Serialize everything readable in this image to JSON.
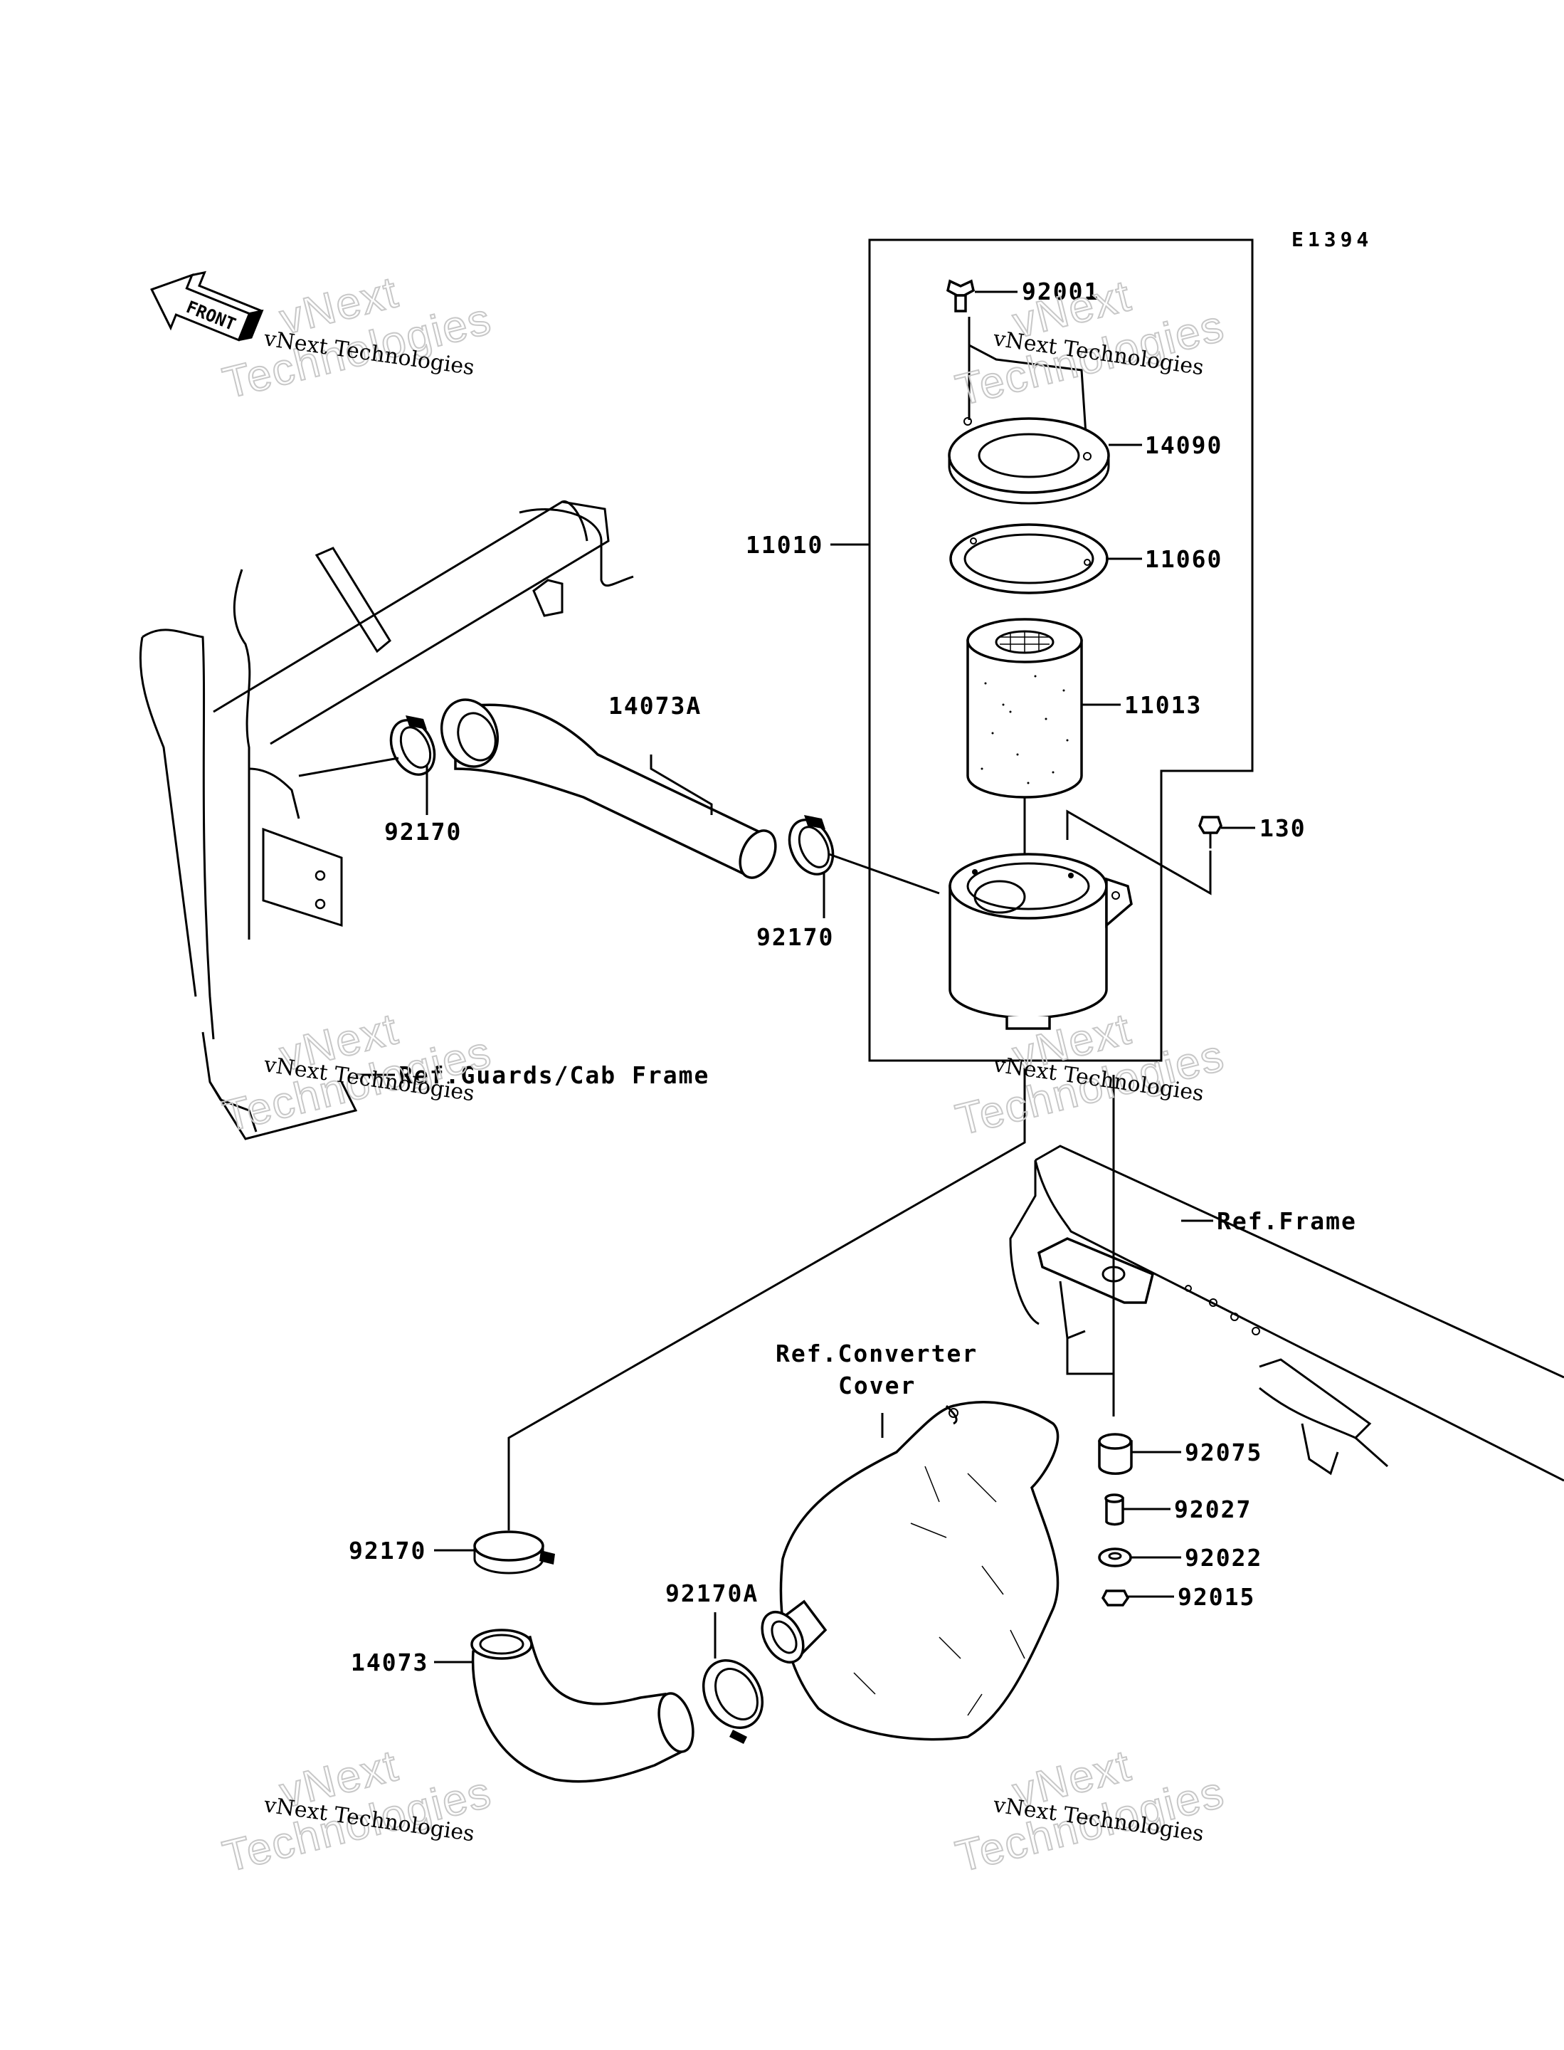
{
  "diagram": {
    "code": "E1394",
    "front_label": "FRONT",
    "watermark": {
      "line1": "vNext Technologies",
      "line2": "Technologies",
      "line3": "vNext"
    },
    "labels": {
      "p92001": "92001",
      "p14090": "14090",
      "p11010": "11010",
      "p11060": "11060",
      "p11013": "11013",
      "p130": "130",
      "p14073A": "14073A",
      "p92170_a": "92170",
      "p92170_b": "92170",
      "p92170_c": "92170",
      "ref_guards": "Ref.Guards/Cab Frame",
      "ref_frame": "Ref.Frame",
      "ref_converter_1": "Ref.Converter",
      "ref_converter_2": "Cover",
      "p92075": "92075",
      "p92027": "92027",
      "p92022": "92022",
      "p92015": "92015",
      "p92170A": "92170A",
      "p14073": "14073"
    }
  }
}
